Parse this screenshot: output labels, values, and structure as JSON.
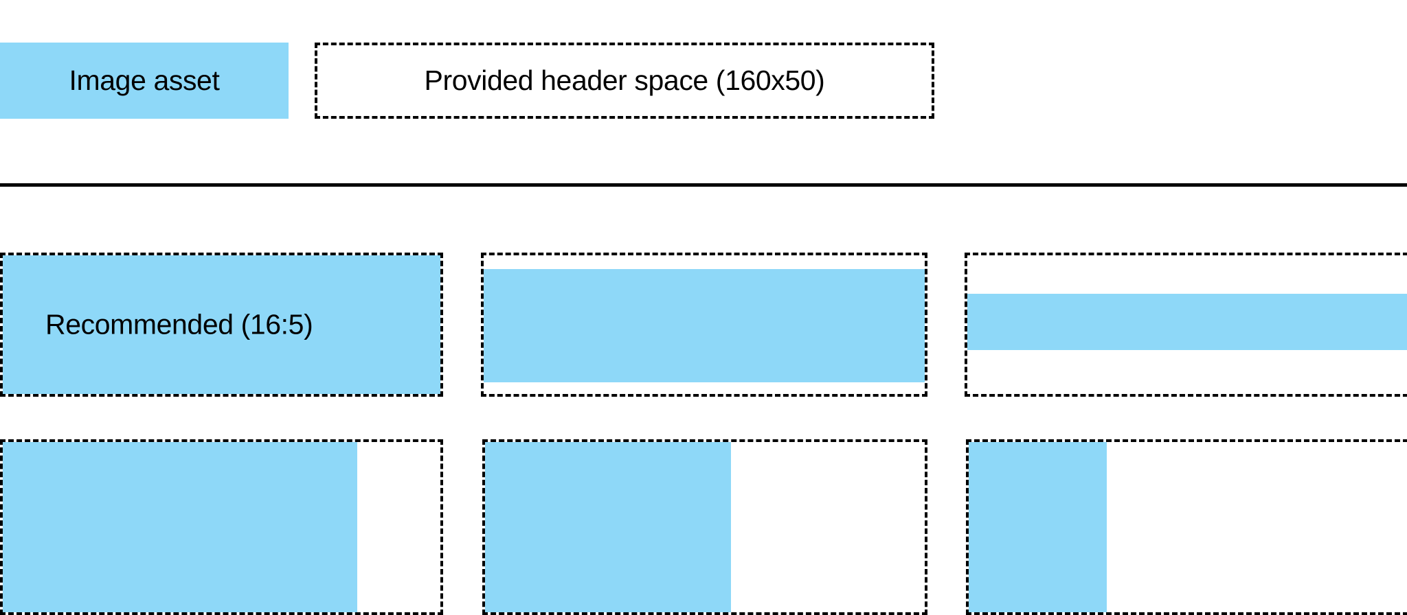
{
  "legend": {
    "swatch": {
      "label": "Image asset",
      "color": "#8ed8f8",
      "style": "solid-fill"
    },
    "outline": {
      "label": "Provided header space (160x50)",
      "border_color": "#000000",
      "border_style": "dashed",
      "space_width": 160,
      "space_height": 50
    }
  },
  "divider": {
    "color": "#000000"
  },
  "examples": {
    "recommended_label": "Recommended (16:5)",
    "rows": [
      {
        "name": "vertical-fit-row",
        "cells": [
          {
            "name": "recommended-16-5",
            "caption": "Recommended (16:5)",
            "fill_color": "#8ed8f8",
            "fill_width_pct": 100,
            "fill_height_pct": 100,
            "fill_align_x": "left",
            "fill_align_y": "top"
          },
          {
            "name": "slightly-shorter-asset",
            "caption": "",
            "fill_color": "#8ed8f8",
            "fill_width_pct": 100,
            "fill_height_pct": 79,
            "fill_align_x": "left",
            "fill_align_y": "center"
          },
          {
            "name": "much-shorter-asset",
            "caption": "",
            "fill_color": "#8ed8f8",
            "fill_width_pct": 100,
            "fill_height_pct": 39,
            "fill_align_x": "left",
            "fill_align_y": "center"
          }
        ]
      },
      {
        "name": "horizontal-fit-row",
        "cells": [
          {
            "name": "slightly-narrower-asset",
            "caption": "",
            "fill_color": "#8ed8f8",
            "fill_width_pct": 81,
            "fill_height_pct": 100,
            "fill_align_x": "left",
            "fill_align_y": "top"
          },
          {
            "name": "narrower-asset",
            "caption": "",
            "fill_color": "#8ed8f8",
            "fill_width_pct": 56,
            "fill_height_pct": 100,
            "fill_align_x": "left",
            "fill_align_y": "top"
          },
          {
            "name": "much-narrower-asset",
            "caption": "",
            "fill_color": "#8ed8f8",
            "fill_width_pct": 31,
            "fill_height_pct": 100,
            "fill_align_x": "left",
            "fill_align_y": "top"
          }
        ]
      }
    ]
  }
}
